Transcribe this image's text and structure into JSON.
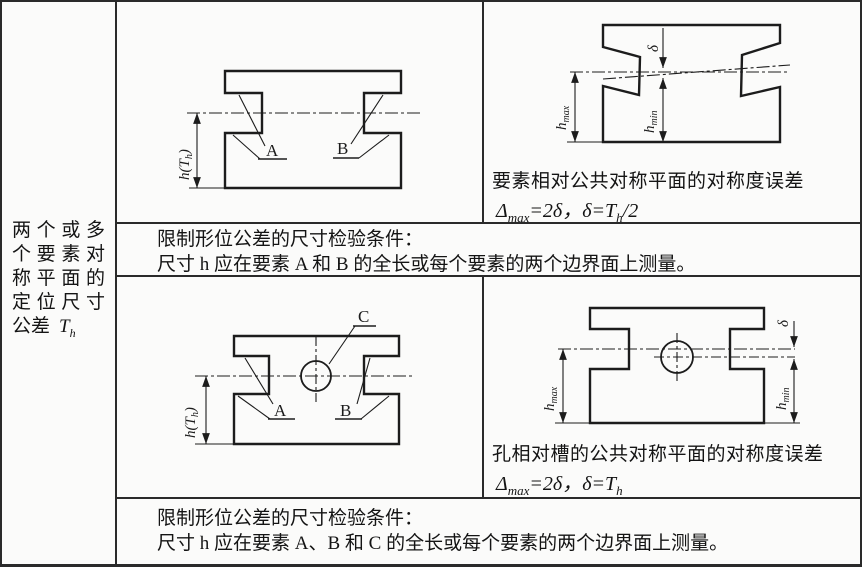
{
  "document": {
    "row_header": {
      "lines": [
        "两个或多",
        "个要素对",
        "称平面的",
        "定位尺寸"
      ],
      "last_line": {
        "text": "公差",
        "symbol": "T",
        "sub": "h"
      }
    },
    "cells": {
      "top_left_drawing": {
        "dim": {
          "pre": "h(T",
          "sub": "h",
          "post": ")"
        },
        "label_a": "A",
        "label_b": "B"
      },
      "top_right_drawing": {
        "delta": "δ",
        "h_max": {
          "base": "h",
          "sub": "max"
        },
        "h_min": {
          "base": "h",
          "sub": "min"
        },
        "caption": "要素相对公共对称平面的对称度误差",
        "formula": {
          "lhs": "Δ",
          "lhs_sub": "max",
          "mid": "=2δ，δ=T",
          "sub": "h",
          "tail": "/2"
        }
      },
      "note_1": {
        "line1": "限制形位公差的尺寸检验条件：",
        "line2": "尺寸 h 应在要素 A 和 B 的全长或每个要素的两个边界面上测量。"
      },
      "bottom_left_drawing": {
        "dim": {
          "pre": "h(T",
          "sub": "h",
          "post": ")"
        },
        "label_a": "A",
        "label_b": "B",
        "label_c": "C"
      },
      "bottom_right_drawing": {
        "delta": "δ",
        "h_max": {
          "base": "h",
          "sub": "max"
        },
        "h_min": {
          "base": "h",
          "sub": "min"
        },
        "caption": "孔相对槽的公共对称平面的对称度误差",
        "formula": {
          "lhs": "Δ",
          "lhs_sub": "max",
          "mid": "=2δ，δ=T",
          "sub": "h",
          "tail": ""
        }
      },
      "note_2": {
        "line1": "限制形位公差的尺寸检验条件：",
        "line2": "尺寸 h 应在要素 A、B 和 C 的全长或每个要素的两个边界面上测量。"
      }
    }
  },
  "colors": {
    "ink": "#1c1c1c",
    "border": "#2a2a2a",
    "background": "#fbfbfa"
  }
}
